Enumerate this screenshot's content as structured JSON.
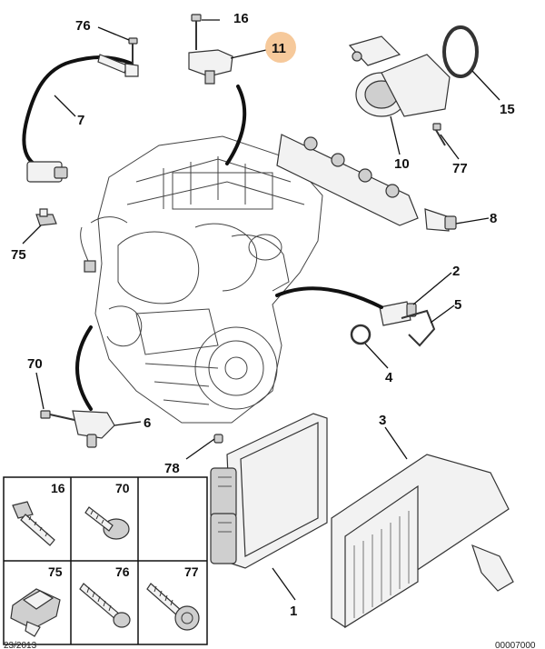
{
  "diagram": {
    "highlight_color": "#f5c089",
    "callouts": [
      {
        "id": "c76",
        "label": "76"
      },
      {
        "id": "c16",
        "label": "16"
      },
      {
        "id": "c11",
        "label": "11",
        "highlighted": true
      },
      {
        "id": "c15",
        "label": "15"
      },
      {
        "id": "c7",
        "label": "7"
      },
      {
        "id": "c10",
        "label": "10"
      },
      {
        "id": "c77",
        "label": "77"
      },
      {
        "id": "c8",
        "label": "8"
      },
      {
        "id": "c75",
        "label": "75"
      },
      {
        "id": "c2",
        "label": "2"
      },
      {
        "id": "c5",
        "label": "5"
      },
      {
        "id": "c4",
        "label": "4"
      },
      {
        "id": "c70",
        "label": "70"
      },
      {
        "id": "c6",
        "label": "6"
      },
      {
        "id": "c3",
        "label": "3"
      },
      {
        "id": "c78",
        "label": "78"
      },
      {
        "id": "c1",
        "label": "1"
      }
    ],
    "fastener_table": {
      "cells": [
        {
          "label": "16",
          "icon": "flange-bolt-icon"
        },
        {
          "label": "70",
          "icon": "washer-bolt-icon"
        },
        {
          "label": "75",
          "icon": "clip-nut-icon"
        },
        {
          "label": "76",
          "icon": "screw-icon"
        },
        {
          "label": "77",
          "icon": "round-head-screw-icon"
        }
      ]
    },
    "footer": {
      "left_code": "23/2013",
      "right_code": "00007000"
    }
  }
}
